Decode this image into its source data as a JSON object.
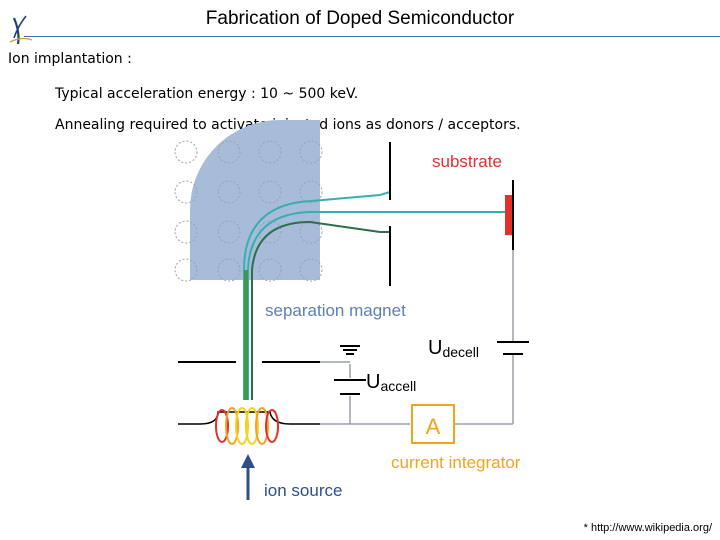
{
  "slide": {
    "title": "Fabrication of Doped Semiconductor",
    "line1": "Ion implantation :",
    "line2": "Typical acceleration energy : 10 ~ 500 keV.",
    "line3": "Annealing required to activate injected ions as donors / acceptors.",
    "footnote": "* http://www.wikipedia.org/"
  },
  "diagram": {
    "substrate_label": "substrate",
    "magnet_label": "separation magnet",
    "u_decell_main": "U",
    "u_decell_sub": "decell",
    "u_accell_main": "U",
    "u_accell_sub": "accell",
    "ammeter_symbol": "A",
    "integrator_label": "current integrator",
    "source_label": "ion source"
  },
  "colors": {
    "title_rule": "#3a6fb5",
    "magnet": "#a7bcd8",
    "substrate_label": "#e0312b",
    "magnet_label": "#5b7fb8",
    "integrator": "#f0a422",
    "source_label": "#2f4f8c",
    "beam_green": "#3c9a4e",
    "beam_teal": "#3aaeae",
    "beam_dark": "#2e6e4a"
  }
}
